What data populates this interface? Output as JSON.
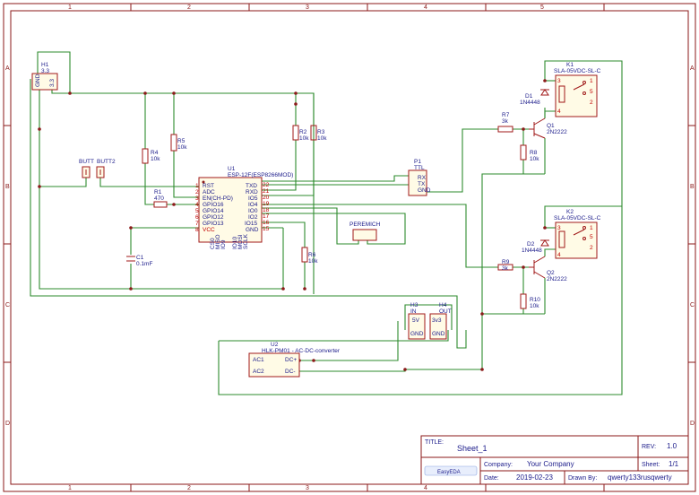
{
  "border": {
    "columns": [
      "1",
      "2",
      "3",
      "4",
      "5"
    ],
    "rows": [
      "A",
      "B",
      "C",
      "D"
    ]
  },
  "title_block": {
    "title_label": "TITLE:",
    "title": "Sheet_1",
    "rev_label": "REV:",
    "rev": "1.0",
    "company_label": "Company:",
    "company": "Your Company",
    "sheet_label": "Sheet:",
    "sheet": "1/1",
    "date_label": "Date:",
    "date": "2019-02-23",
    "drawn_label": "Drawn By:",
    "drawn_by": "qwerty133rusqwerty",
    "logo": "EasyEDA"
  },
  "components": {
    "h1": {
      "ref": "H1",
      "pin1": "3.3",
      "pin2": "GND",
      "pin3": "3.3"
    },
    "buttons": {
      "b1": "BUTT",
      "b2": "BUTT2"
    },
    "u1": {
      "ref": "U1",
      "name": "ESP-12F(ESP8266MOD)",
      "left_pins": [
        "RST",
        "ADC",
        "EN(CH-PD)",
        "GPIO16",
        "GPIO14",
        "GPIO12",
        "GPIO13",
        "VCC"
      ],
      "right_pins": [
        "TXD",
        "RXD",
        "IO5",
        "IO4",
        "IO0",
        "IO2",
        "IO15",
        "GND"
      ],
      "right_nums": [
        "22",
        "21",
        "20",
        "19",
        "18",
        "17",
        "16",
        "15"
      ],
      "left_nums": [
        "1",
        "2",
        "3",
        "4",
        "5",
        "6",
        "7",
        "8"
      ],
      "bottom_pins": [
        "CS0",
        "MISO",
        "IO9",
        "IO10",
        "MOSI",
        "SCLK"
      ]
    },
    "r1": {
      "ref": "R1",
      "value": "470"
    },
    "r2": {
      "ref": "R2",
      "value": "10k"
    },
    "r3": {
      "ref": "R3",
      "value": "10k"
    },
    "r4": {
      "ref": "R4",
      "value": "10k"
    },
    "r5": {
      "ref": "R5",
      "value": "10k"
    },
    "r6": {
      "ref": "R6",
      "value": "10k"
    },
    "r7": {
      "ref": "R7",
      "value": "3k"
    },
    "r8": {
      "ref": "R8",
      "value": "10k"
    },
    "r9": {
      "ref": "R9",
      "value": "3k"
    },
    "r10": {
      "ref": "R10",
      "value": "10k"
    },
    "c1": {
      "ref": "C1",
      "value": "0.1mF"
    },
    "p1": {
      "ref": "P1",
      "name": "TTL",
      "pins": [
        "RX",
        "TX",
        "GND"
      ]
    },
    "peremich": {
      "name": "PEREMICH"
    },
    "h3": {
      "ref": "H3",
      "name": "IN",
      "pin1": "5V",
      "pin2": "GND"
    },
    "h4": {
      "ref": "H4",
      "name": "OUT",
      "pin1": "3v3",
      "pin2": "GND"
    },
    "u2": {
      "ref": "U2",
      "name": "HLK-PM01 - AC-DC-converter",
      "pins": [
        "AC1",
        "AC2",
        "DC+",
        "DC-"
      ]
    },
    "d1": {
      "ref": "D1",
      "value": "1N4448"
    },
    "d2": {
      "ref": "D2",
      "value": "1N4448"
    },
    "q1": {
      "ref": "Q1",
      "value": "2N2222"
    },
    "q2": {
      "ref": "Q2",
      "value": "2N2222"
    },
    "k1": {
      "ref": "K1",
      "value": "SLA-05VDC-SL-C",
      "pins": [
        "1",
        "2",
        "3",
        "4",
        "5"
      ]
    },
    "k2": {
      "ref": "K2",
      "value": "SLA-05VDC-SL-C",
      "pins": [
        "1",
        "2",
        "3",
        "4",
        "5"
      ]
    }
  }
}
